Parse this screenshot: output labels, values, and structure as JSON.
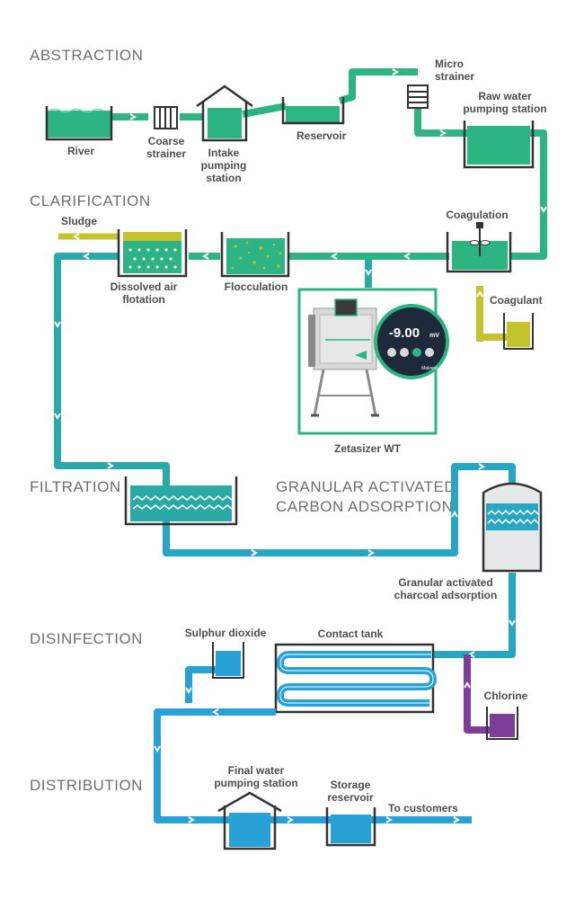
{
  "colors": {
    "green": "#2cb482",
    "teal": "#2aa9a6",
    "blue": "#27a1d6",
    "olive": "#c3c42d",
    "purple": "#7c3e97",
    "dark": "#333333",
    "label": "#4d4d4d",
    "section": "#6f6f6f"
  },
  "sections": {
    "abstraction": "ABSTRACTION",
    "clarification": "CLARIFICATION",
    "filtration": "FILTRATION",
    "gac_line1": "GRANULAR ACTIVATED",
    "gac_line2": "CARBON ADSORPTION",
    "disinfection": "DISINFECTION",
    "distribution": "DISTRIBUTION"
  },
  "labels": {
    "river": "River",
    "coarse_strainer": [
      "Coarse",
      "strainer"
    ],
    "intake": [
      "Intake",
      "pumping",
      "station"
    ],
    "reservoir": "Reservoir",
    "micro_strainer": [
      "Micro",
      "strainer"
    ],
    "raw_water": [
      "Raw water",
      "pumping station"
    ],
    "coagulation": "Coagulation",
    "coagulant": "Coagulant",
    "sludge": "Sludge",
    "daf": [
      "Dissolved air",
      "flotation"
    ],
    "flocculation": "Flocculation",
    "zetasizer": "Zetasizer WT",
    "gac_vessel": [
      "Granular activated",
      "charcoal adsorption"
    ],
    "sulphur": "Sulphur dioxide",
    "contact_tank": "Contact tank",
    "chlorine": "Chlorine",
    "final_pumping": [
      "Final water",
      "pumping station"
    ],
    "storage": [
      "Storage",
      "reservoir"
    ],
    "customers": "To customers"
  },
  "instrument_screen": {
    "value": "-9.00",
    "unit": "mV",
    "brand": "Malvern"
  }
}
